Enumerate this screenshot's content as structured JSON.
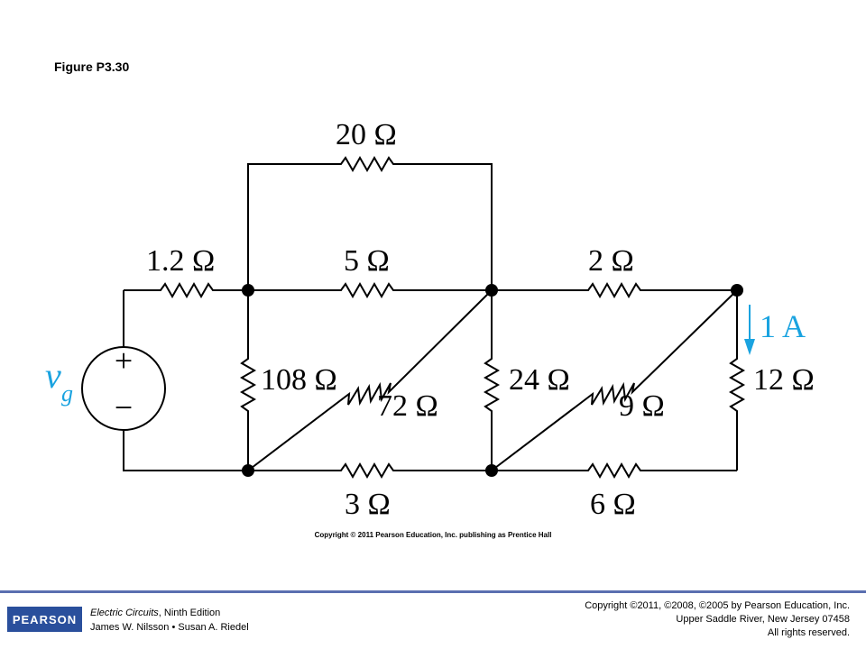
{
  "figure_title": "Figure P3.30",
  "source": {
    "symbol": "v",
    "subscript": "g",
    "plus": "+",
    "minus": "−"
  },
  "resistors": {
    "r_1_2": "1.2 Ω",
    "r_20": "20 Ω",
    "r_5": "5 Ω",
    "r_2": "2 Ω",
    "r_108": "108 Ω",
    "r_72": "72 Ω",
    "r_24": "24 Ω",
    "r_9": "9 Ω",
    "r_12": "12 Ω",
    "r_3": "3 Ω",
    "r_6": "6 Ω"
  },
  "current_label": "1 A",
  "colors": {
    "source": "#1aa3e0",
    "wire": "#000000",
    "footer_rule": "#5a6fb0",
    "logo_bg": "#2a4f9c"
  },
  "image_copyright": "Copyright © 2011 Pearson Education, Inc. publishing as Prentice Hall",
  "footer": {
    "logo": "PEARSON",
    "book_title": "Electric Circuits",
    "edition": ", Ninth Edition",
    "authors": "James W. Nilsson • Susan A. Riedel",
    "copyright_line1": "Copyright ©2011, ©2008, ©2005 by Pearson Education, Inc.",
    "copyright_line2": "Upper Saddle River, New Jersey 07458",
    "copyright_line3": "All rights reserved."
  }
}
